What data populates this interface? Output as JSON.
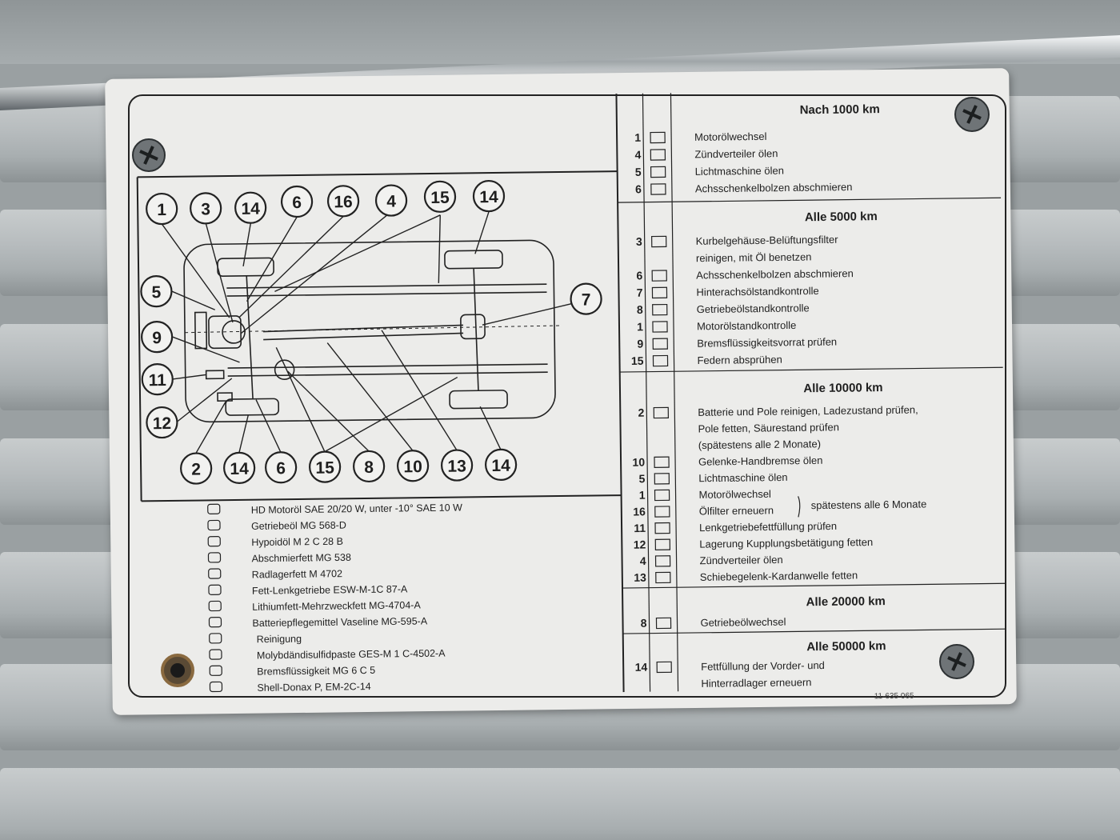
{
  "header_1000": "Nach 1000 km",
  "rows_1000": [
    {
      "num": "1",
      "text": "Motorölwechsel"
    },
    {
      "num": "4",
      "text": "Zündverteiler ölen"
    },
    {
      "num": "5",
      "text": "Lichtmaschine ölen"
    },
    {
      "num": "6",
      "text": "Achsschenkelbolzen abschmieren"
    }
  ],
  "header_5000": "Alle 5000 km",
  "rows_5000": [
    {
      "num": "3",
      "text": "Kurbelgehäuse-Belüftungsfilter"
    },
    {
      "num": "",
      "text": "reinigen, mit Öl benetzen"
    },
    {
      "num": "6",
      "text": "Achsschenkelbolzen abschmieren"
    },
    {
      "num": "7",
      "text": "Hinterachsölstandkontrolle"
    },
    {
      "num": "8",
      "text": "Getriebeölstandkontrolle"
    },
    {
      "num": "1",
      "text": "Motorölstandkontrolle"
    },
    {
      "num": "9",
      "text": "Bremsflüssigkeitsvorrat prüfen"
    },
    {
      "num": "15",
      "text": "Federn absprühen"
    }
  ],
  "header_10000": "Alle 10000 km",
  "rows_10000": [
    {
      "num": "2",
      "text": "Batterie und Pole reinigen, Ladezustand prüfen,"
    },
    {
      "num": "",
      "text": "Pole fetten, Säurestand prüfen"
    },
    {
      "num": "",
      "text": "(spätestens alle 2 Monate)"
    },
    {
      "num": "10",
      "text": "Gelenke-Handbremse ölen"
    },
    {
      "num": "5",
      "text": "Lichtmaschine ölen"
    },
    {
      "num": "1",
      "text": "Motorölwechsel"
    },
    {
      "num": "16",
      "text": "Ölfilter erneuern"
    },
    {
      "num": "11",
      "text": "Lenkgetriebefettfüllung prüfen"
    },
    {
      "num": "12",
      "text": "Lagerung Kupplungsbetätigung fetten"
    },
    {
      "num": "4",
      "text": "Zündverteiler ölen"
    },
    {
      "num": "13",
      "text": "Schiebegelenk-Kardanwelle fetten"
    }
  ],
  "note_6_monate": "spätestens alle 6 Monate",
  "header_20000": "Alle 20000 km",
  "rows_20000": [
    {
      "num": "8",
      "text": "Getriebeölwechsel"
    }
  ],
  "header_50000": "Alle 50000 km",
  "rows_50000": [
    {
      "num": "14",
      "text": "Fettfüllung der Vorder- und"
    },
    {
      "num": "",
      "text": "Hinterradlager erneuern"
    }
  ],
  "part_number": "11-635 065",
  "legend": [
    "HD Motoröl SAE 20/20 W, unter -10° SAE 10 W",
    "Getriebeöl MG 568-D",
    "Hypoidöl M 2 C 28 B",
    "Abschmierfett MG 538",
    "Radlagerfett M 4702",
    "Fett-Lenkgetriebe ESW-M-1C 87-A",
    "Lithiumfett-Mehrzweckfett MG-4704-A",
    "Batteriepflegemittel Vaseline MG-595-A",
    "Reinigung",
    "Molybdändisulfidpaste GES-M 1 C-4502-A",
    "Bremsflüssigkeit MG 6 C 5",
    "Shell-Donax P, EM-2C-14"
  ],
  "callouts_top": [
    "1",
    "3",
    "14",
    "6",
    "16",
    "4",
    "15",
    "14"
  ],
  "callouts_left": [
    "5",
    "9",
    "11",
    "12"
  ],
  "callout_right": "7",
  "callouts_bottom": [
    "2",
    "14",
    "6",
    "15",
    "8",
    "10",
    "13",
    "14"
  ]
}
